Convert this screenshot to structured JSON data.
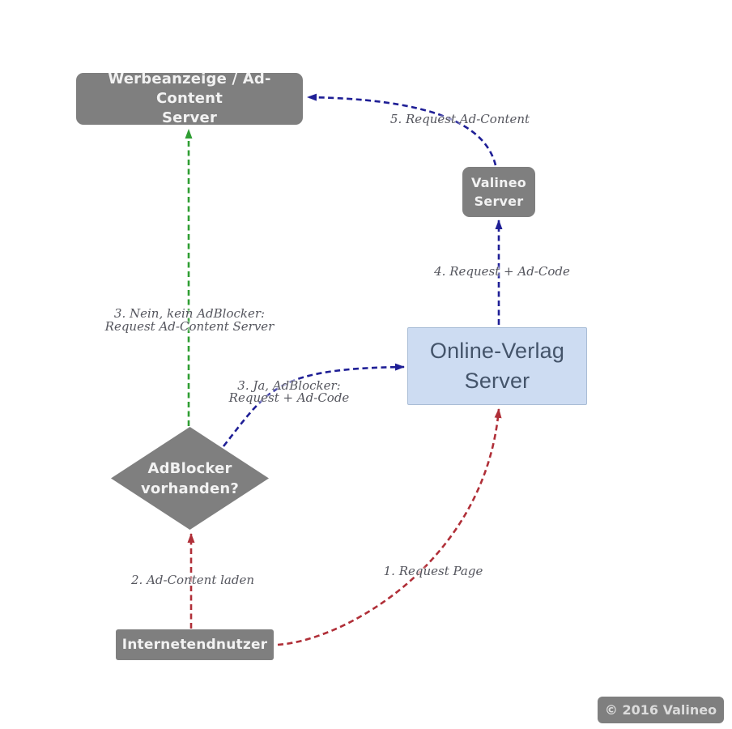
{
  "nodes": {
    "ad_server": {
      "line1": "Werbeanzeige / Ad-Content",
      "line2": "Server"
    },
    "valineo_server": {
      "line1": "Valineo",
      "line2": "Server"
    },
    "publisher_server": {
      "line1": "Online-Verlag",
      "line2": "Server"
    },
    "adblocker_decision": {
      "line1": "AdBlocker",
      "line2": "vorhanden?"
    },
    "end_user": {
      "label": "Internetendnutzer"
    }
  },
  "edges": {
    "request_page": {
      "label": "1. Request Page"
    },
    "ad_content_laden": {
      "label": "2. Ad-Content laden"
    },
    "ja_adblocker": {
      "line1": "3. Ja, AdBlocker:",
      "line2": "Request + Ad-Code"
    },
    "nein_adblocker": {
      "line1": "3. Nein, kein AdBlocker:",
      "line2": "Request Ad-Content Server"
    },
    "request_ad_code": {
      "label": "4. Request + Ad-Code"
    },
    "request_ad_content": {
      "label": "5. Request Ad-Content"
    }
  },
  "footer": {
    "copyright": "© 2016 Valineo"
  },
  "colors": {
    "node_gray": "#7f7f7f",
    "node_text": "#f2f2f2",
    "publisher_fill": "#cddcf2",
    "publisher_border": "#a9bdd6",
    "publisher_text": "#44546a",
    "arrow_red": "#b02f38",
    "arrow_blue": "#1f1f96",
    "arrow_green": "#2f9e33",
    "edge_label_text": "#55565e",
    "background": "#ffffff"
  }
}
